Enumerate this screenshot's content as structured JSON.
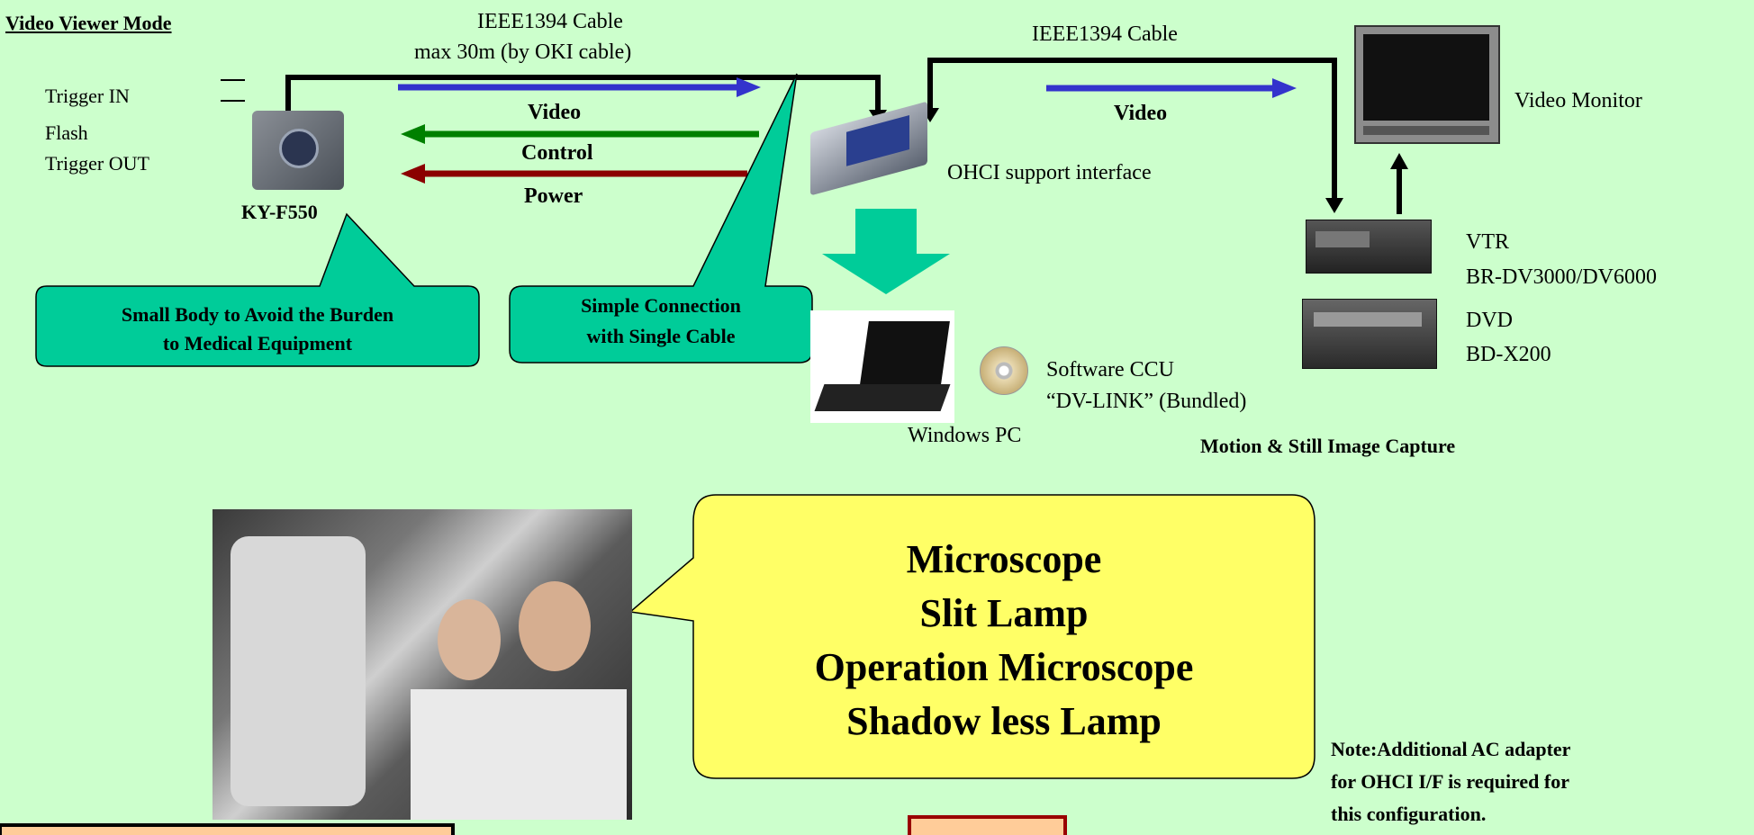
{
  "title": "Video Viewer Mode",
  "camera": {
    "trigger_in": "Trigger IN",
    "flash": "Flash",
    "trigger_out": "Trigger OUT",
    "model": "KY-F550"
  },
  "cable1": {
    "label_line1": "IEEE1394 Cable",
    "label_line2": "max 30m (by OKI cable)"
  },
  "signals": {
    "video": "Video",
    "control": "Control",
    "power": "Power"
  },
  "interface_label": "OHCI support interface",
  "cable2": {
    "label": "IEEE1394 Cable",
    "video": "Video"
  },
  "monitor_label": "Video Monitor",
  "vtr": {
    "line1": "VTR",
    "line2": "BR-DV3000/DV6000"
  },
  "dvd": {
    "line1": "DVD",
    "line2": "BD-X200"
  },
  "capture_label": "Motion & Still Image Capture",
  "software": {
    "line1": "Software CCU",
    "line2": "“DV-LINK” (Bundled)"
  },
  "pc_label": "Windows PC",
  "callout_small_body": {
    "line1": "Small Body to Avoid the Burden",
    "line2": "to Medical Equipment"
  },
  "callout_simple": {
    "line1": "Simple Connection",
    "line2": "with Single Cable"
  },
  "applications": {
    "line1": "Microscope",
    "line2": "Slit Lamp",
    "line3": "Operation Microscope",
    "line4": "Shadow less Lamp"
  },
  "note": {
    "line1": "Note:Additional AC adapter",
    "line2": "for OHCI I/F is required for",
    "line3": "this configuration."
  },
  "colors": {
    "background": "#ccffcc",
    "callout_teal": "#00cc99",
    "callout_yellow": "#ffff66",
    "arrow_blue": "#3333cc",
    "arrow_green": "#008000",
    "arrow_darkred": "#8b0000",
    "bottom_box_fill": "#ffcc99",
    "bottom_box_border": "#990000"
  }
}
